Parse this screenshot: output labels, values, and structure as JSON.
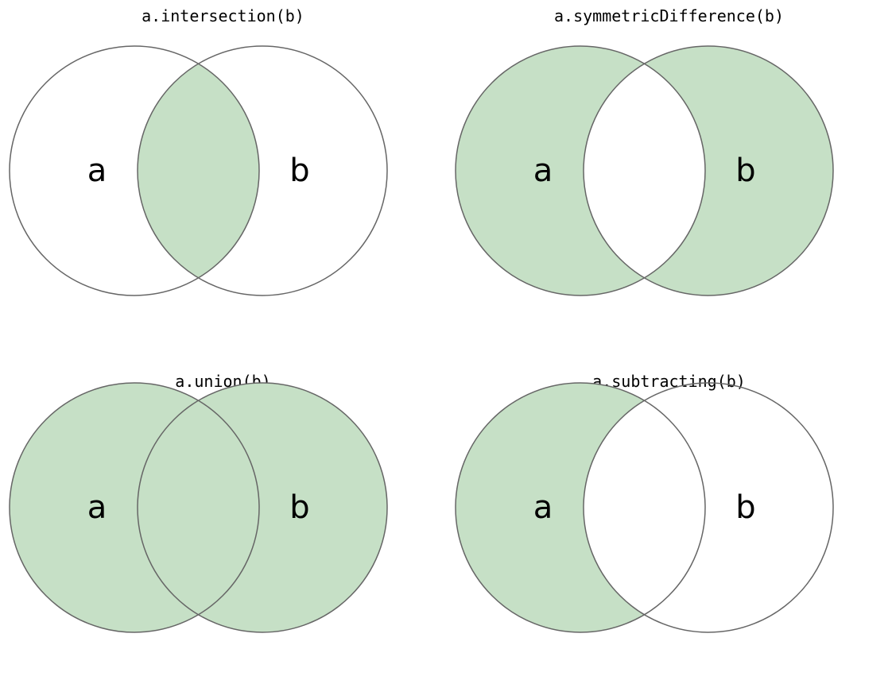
{
  "figure": {
    "background_color": "#ffffff",
    "fill_color": "#c6e0c6",
    "stroke_color": "#666666",
    "label_color": "#000000",
    "stroke_width": 1.5
  },
  "panels": [
    {
      "id": "intersection",
      "title": "a.intersection(b)",
      "label_a": "a",
      "label_b": "b",
      "highlight": "intersection"
    },
    {
      "id": "symmetric-difference",
      "title": "a.symmetricDifference(b)",
      "label_a": "a",
      "label_b": "b",
      "highlight": "symmetric-difference"
    },
    {
      "id": "union",
      "title": "a.union(b)",
      "label_a": "a",
      "label_b": "b",
      "highlight": "union"
    },
    {
      "id": "subtracting",
      "title": "a.subtracting(b)",
      "label_a": "a",
      "label_b": "b",
      "highlight": "a-minus-b"
    }
  ]
}
